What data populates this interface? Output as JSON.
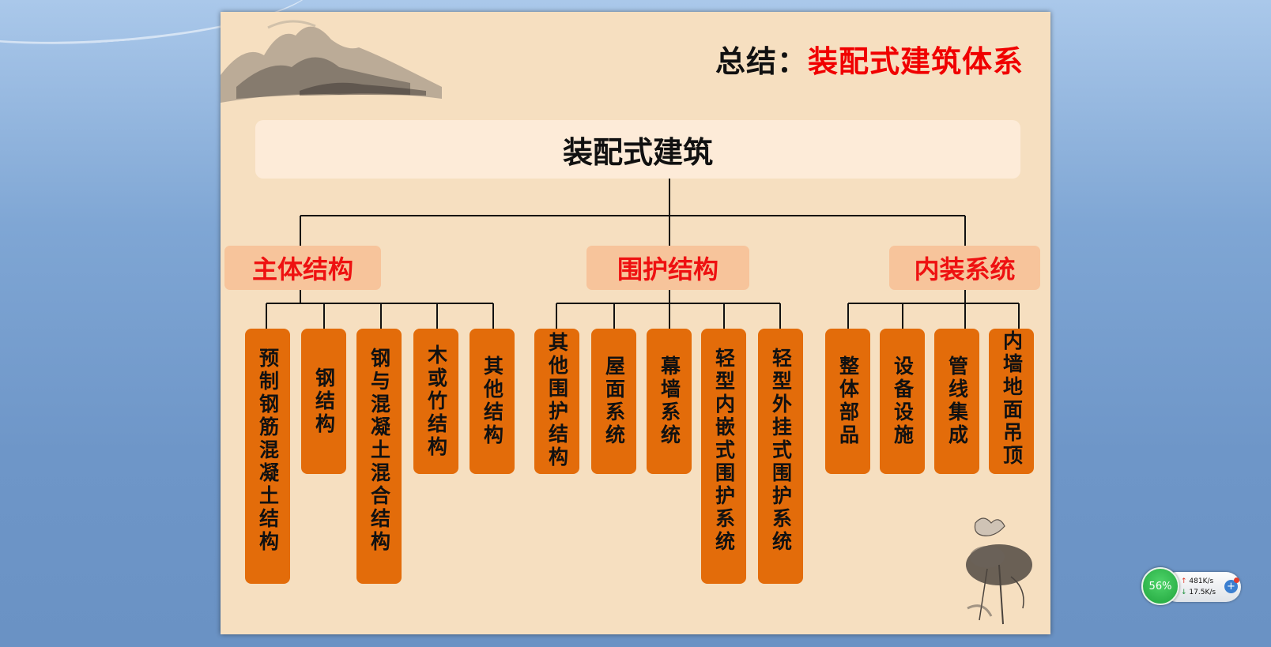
{
  "slide": {
    "title_prefix": "总结：",
    "title_main": "装配式建筑体系",
    "root": "装配式建筑",
    "categories": [
      {
        "label": "主体结构",
        "leaves": [
          "预制钢筋混凝土结构",
          "钢结构",
          "钢与混凝土混合结构",
          "木或竹结构",
          "其他结构"
        ]
      },
      {
        "label": "围护结构",
        "leaves": [
          "其他围护结构",
          "屋面系统",
          "幕墙系统",
          "轻型内嵌式围护系统",
          "轻型外挂式围护系统"
        ]
      },
      {
        "label": "内装系统",
        "leaves": [
          "整体部品",
          "设备设施",
          "管线集成",
          "内墙地面吊顶"
        ]
      }
    ],
    "colors": {
      "background": "#f6dfc0",
      "root_box": "#fdebd8",
      "category_box": "#f7c49b",
      "category_text": "#ee1111",
      "leaf_box": "#e36c0a",
      "title_accent": "#f00000"
    }
  },
  "network_widget": {
    "percent": "56%",
    "upload": "481K/s",
    "download": "17.5K/s",
    "icons": [
      "upload-arrow-icon",
      "download-arrow-icon",
      "plus-icon"
    ]
  }
}
